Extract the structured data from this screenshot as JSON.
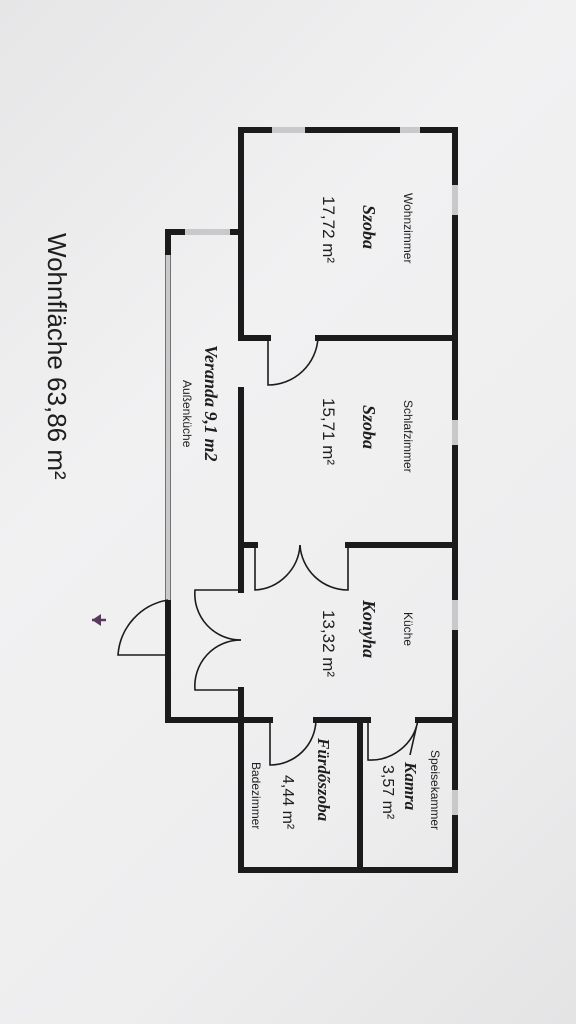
{
  "title": "Wohnfläche 63,86 m²",
  "rooms": {
    "wohnzimmer": {
      "de": "Wohnzimmer",
      "hu": "Szoba",
      "area": "17,72 m²"
    },
    "schlafzimmer": {
      "de": "Schlafzimmer",
      "hu": "Szoba",
      "area": "15,71 m²"
    },
    "kueche": {
      "de": "Küche",
      "hu": "Konyha",
      "area": "13,32 m²"
    },
    "speisekammer": {
      "de": "Speisekammer",
      "hu": "Kamra",
      "area": "3,57 m²"
    },
    "badezimmer": {
      "de": "Badezimmer",
      "hu": "Fürdőszoba",
      "area": "4,44 m²"
    },
    "veranda": {
      "de": "Außenküche",
      "hu": "Veranda 9,1 m2"
    }
  },
  "entrance_icon": "arrow-entrance-icon",
  "colors": {
    "wall": "#1b1b1b",
    "window": "#c9c9cb",
    "arrow": "#5a3a5c"
  }
}
